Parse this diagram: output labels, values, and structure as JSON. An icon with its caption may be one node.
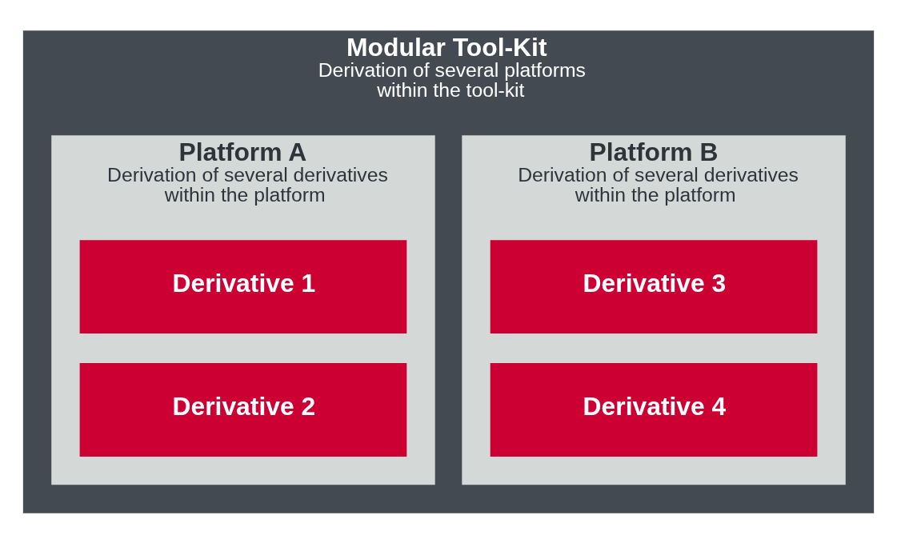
{
  "diagram": {
    "nodes": [
      {
        "text": [
          "Modular Tool-Kit",
          "Derivation of several platforms within the tool-kit"
        ]
      },
      {
        "text": [
          "Platform A",
          "Derivation of several derivatives within the platform"
        ],
        "in": 0
      },
      {
        "text": [
          "Platform B",
          "Derivation of several derivatives within the platform"
        ],
        "in": 0
      },
      {
        "text": [
          "Derivative 1"
        ],
        "in": 1
      },
      {
        "text": [
          "Derivative 2"
        ],
        "in": 1
      },
      {
        "text": [
          "Derivative 3"
        ],
        "in": 2
      },
      {
        "text": [
          "Derivative 4"
        ],
        "in": 2
      }
    ]
  }
}
